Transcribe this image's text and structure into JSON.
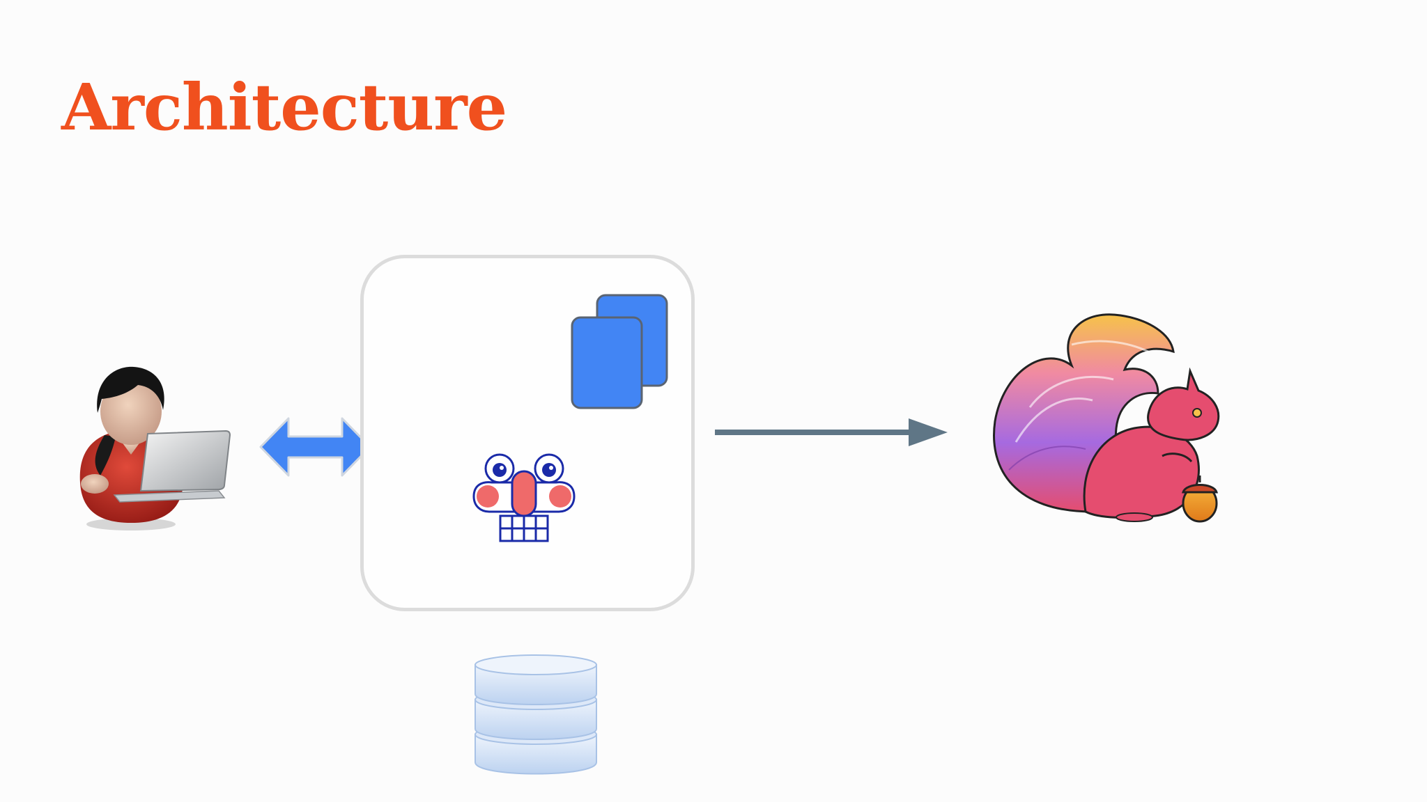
{
  "slide": {
    "title": "Architecture",
    "title_color": "#f0501e",
    "background": "#fcfcfc"
  },
  "diagram": {
    "nodes": [
      {
        "id": "user",
        "icon": "user-with-laptop-icon"
      },
      {
        "id": "service",
        "icon": "rounded-box-container",
        "children": [
          "documents-icon",
          "nutcracker-face-icon"
        ]
      },
      {
        "id": "storage",
        "icon": "database-icon"
      },
      {
        "id": "flink",
        "icon": "flink-squirrel-logo"
      }
    ],
    "edges": [
      {
        "from": "user",
        "to": "service",
        "style": "bidirectional",
        "color": "#4285f4"
      },
      {
        "from": "service",
        "to": "flink",
        "style": "directed",
        "color": "#5f7686"
      }
    ],
    "colors": {
      "docs_blue": "#4285f4",
      "nutcracker_navy": "#1a2aa8",
      "nutcracker_coral": "#ef6a6a",
      "database_blue": "#c8dcf6",
      "squirrel_pink": "#e54d6f",
      "box_border": "#dcdcdc"
    }
  }
}
